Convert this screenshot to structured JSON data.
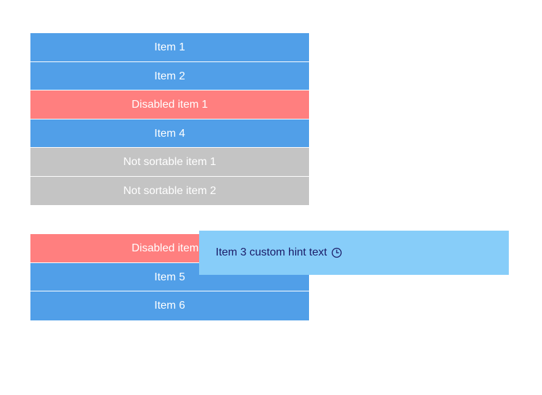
{
  "list_one": {
    "items": [
      {
        "label": "Item 1",
        "kind": "sortable"
      },
      {
        "label": "Item 2",
        "kind": "sortable"
      },
      {
        "label": "Disabled item 1",
        "kind": "disabled"
      },
      {
        "label": "Item 4",
        "kind": "sortable"
      },
      {
        "label": "Not sortable item 1",
        "kind": "not-sortable"
      },
      {
        "label": "Not sortable item 2",
        "kind": "not-sortable"
      }
    ]
  },
  "list_two": {
    "items": [
      {
        "label": "Disabled item 2",
        "kind": "disabled"
      },
      {
        "label": "Item 5",
        "kind": "sortable"
      },
      {
        "label": "Item 6",
        "kind": "sortable"
      }
    ]
  },
  "drag_hint": {
    "text": "Item 3 custom hint text",
    "icon": "clock-icon"
  },
  "colors": {
    "sortable": "#519fe8",
    "disabled": "#ff7f7f",
    "not_sortable": "#c4c4c4",
    "hint_background": "#87cdf9",
    "hint_text": "#1a1a66"
  }
}
